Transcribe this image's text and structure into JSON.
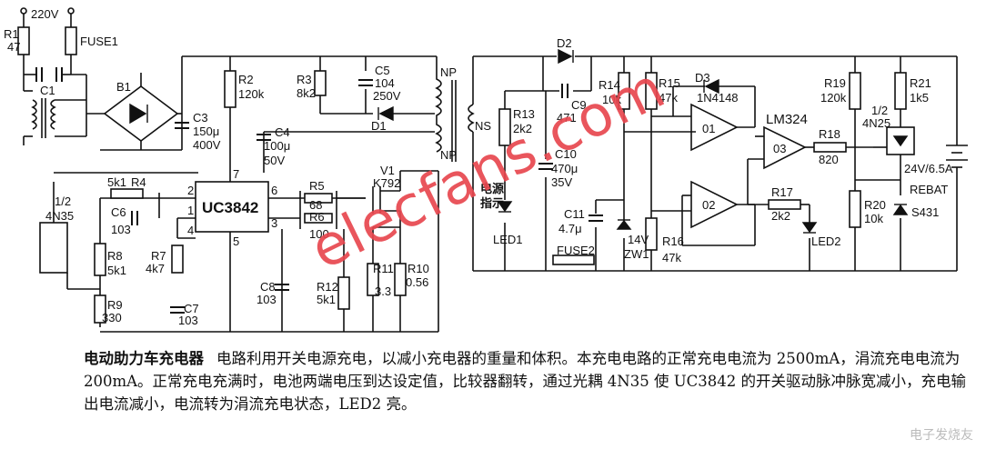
{
  "diagram": {
    "labels": {
      "v220": "220V",
      "r1": "R1",
      "r1v": "47",
      "fuse1": "FUSE1",
      "c1": "C1",
      "b1": "B1",
      "r2": "R2",
      "r2v": "120k",
      "r3": "R3",
      "r3v": "8k2",
      "c5": "C5",
      "c5v1": "104",
      "c5v2": "250V",
      "c3": "C3",
      "c3v1": "150μ",
      "c3v2": "400V",
      "c4": "C4",
      "c4v1": "100μ",
      "c4v2": "50V",
      "d1": "D1",
      "np1": "NP",
      "np2": "NP",
      "ns": "NS",
      "v1": "V1",
      "v1v": "K792",
      "opto1": "1/2",
      "opto1v": "4N35",
      "r4": "R4",
      "r4v": "5k1",
      "c6": "C6",
      "c6v": "103",
      "r8": "R8",
      "r8v": "5k1",
      "r9": "R9",
      "r9v": "330",
      "r7": "R7",
      "r7v": "4k7",
      "c7": "C7",
      "c7v": "103",
      "uc": "UC3842",
      "p2": "2",
      "p1": "1",
      "p4": "4",
      "p7": "7",
      "p6": "6",
      "p3": "3",
      "p5": "5",
      "r5": "R5",
      "r5v": "68",
      "r6": "R6",
      "r6v": "100",
      "c8": "C8",
      "c8v": "103",
      "r12": "R12",
      "r12v": "5k1",
      "r11": "R11",
      "r11v": "3.3",
      "r10": "R10",
      "r10v": "0.56",
      "d2": "D2",
      "c9": "C9",
      "c9v": "471",
      "r13": "R13",
      "r13v": "2k2",
      "c10": "C10",
      "c10v1": "470μ",
      "c10v2": "35V",
      "ind1": "电源",
      "ind2": "指示",
      "led1": "LED1",
      "c11": "C11",
      "c11v": "4.7μ",
      "zw": "14V",
      "zwv": "ZW1",
      "fuse2": "FUSE2",
      "r14": "R14",
      "r14v": "10k",
      "r15": "R15",
      "r15v": "47k",
      "d3": "D3",
      "d3v": "1N4148",
      "r16": "R16",
      "r16v": "47k",
      "o1": "01",
      "o2": "02",
      "o3": "03",
      "lm": "LM324",
      "r17": "R17",
      "r17v": "2k2",
      "led2": "LED2",
      "r18": "R18",
      "r18v": "820",
      "r19": "R19",
      "r19v": "120k",
      "r20": "R20",
      "r20v": "10k",
      "r21": "R21",
      "r21v": "1k5",
      "opto2": "1/2",
      "opto2v": "4N25",
      "bat": "24V/6.5A",
      "rebat": "REBAT",
      "s431": "S431"
    }
  },
  "caption": {
    "title": "电动助力车充电器",
    "body": "电路利用开关电源充电，以减小充电器的重量和体积。本充电电路的正常充电电流为 2500mA，涓流充电电流为 200mA。正常充电充满时，电池两端电压到达设定值，比较器翻转，通过光耦 4N35 使 UC3842 的开关驱动脉冲脉宽减小，充电输出电流减小，电流转为涓流充电状态，LED2 亮。"
  },
  "watermark": "elecfans.com",
  "corner_mark": "电子发烧友"
}
